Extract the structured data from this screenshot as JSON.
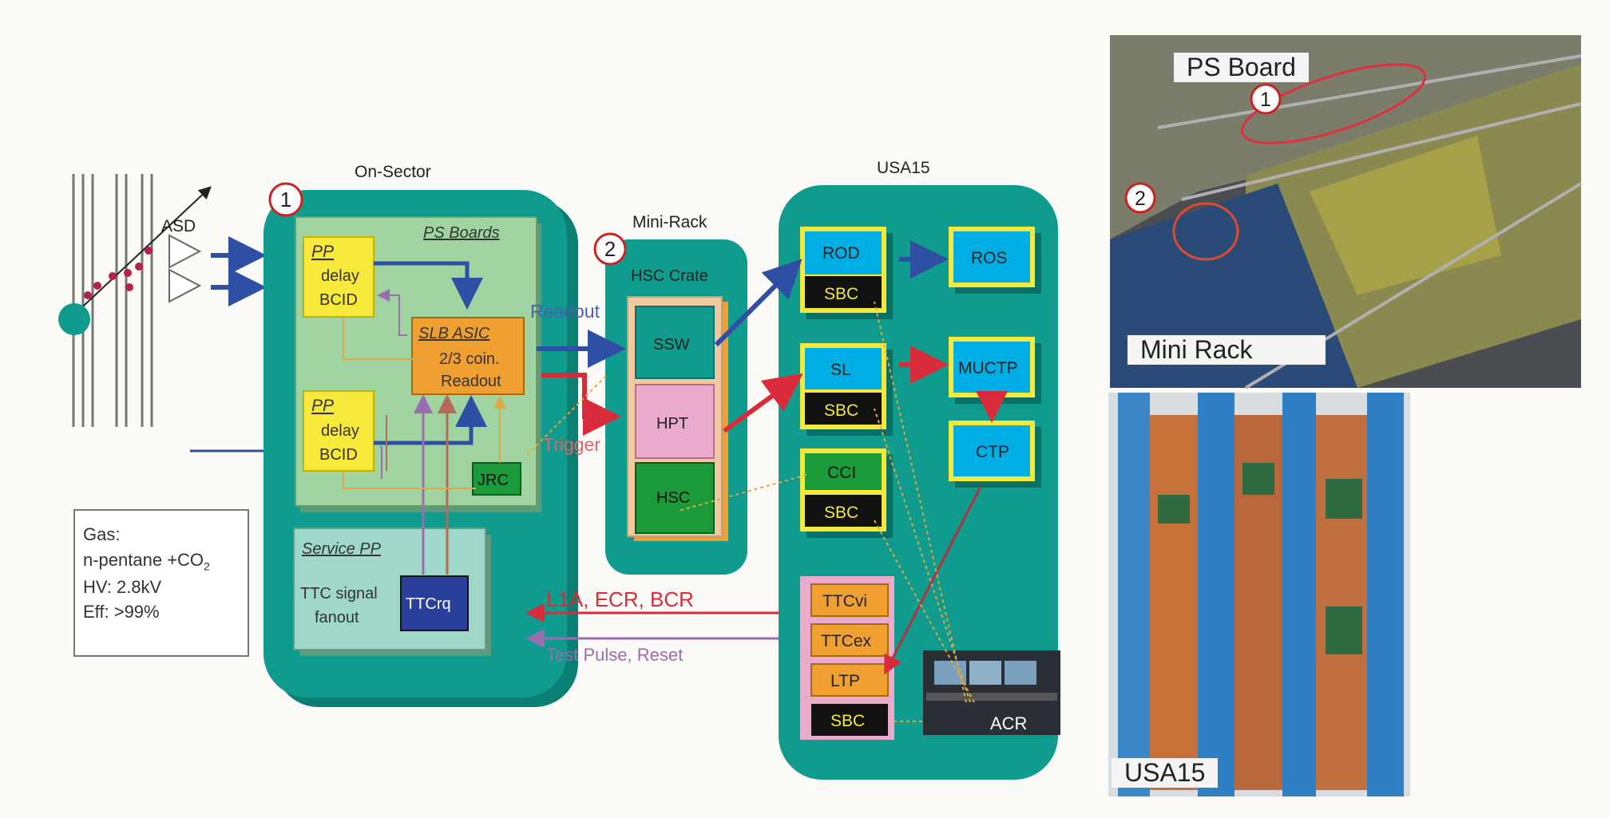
{
  "groups": {
    "on_sector": "On-Sector",
    "mini_rack": "Mini-Rack",
    "usa15": "USA15"
  },
  "markers": {
    "one": "1",
    "two": "2"
  },
  "asd_label": "ASD",
  "on_sector": {
    "ps_boards": "PS Boards",
    "pp_top": {
      "title": "PP",
      "line1": "delay",
      "line2": "BCID"
    },
    "pp_bottom": {
      "title": "PP",
      "line1": "delay",
      "line2": "BCID"
    },
    "slb": {
      "title": "SLB ASIC",
      "line1": "2/3 coin.",
      "line2": "Readout"
    },
    "jrc": "JRC",
    "service_pp": "Service PP",
    "ttc_signal_line1": "TTC signal",
    "ttc_signal_line2": "fanout",
    "ttcrq": "TTCrq"
  },
  "mini_rack": {
    "crate": "HSC Crate",
    "ssw": "SSW",
    "hpt": "HPT",
    "hsc": "HSC"
  },
  "usa15": {
    "rod": "ROD",
    "sbc": "SBC",
    "ros": "ROS",
    "sl": "SL",
    "muctp": "MUCTP",
    "ctp": "CTP",
    "cci": "CCI",
    "ttcvi": "TTCvi",
    "ttcex": "TTCex",
    "ltp": "LTP",
    "acr": "ACR"
  },
  "signals": {
    "readout": "Readout",
    "trigger": "Trigger",
    "l1a": "L1A,  ECR,  BCR",
    "test_pulse": "Test  Pulse,  Reset"
  },
  "info": {
    "gas": "Gas:",
    "mixture": "n-pentane +CO",
    "mixture_sub": "2",
    "hv": "HV: 2.8kV",
    "eff": "Eff:   >99%"
  },
  "photos": {
    "ps_board": "PS Board",
    "mini_rack": "Mini Rack",
    "usa15": "USA15"
  },
  "colors": {
    "teal": "#0f9b8e",
    "yellow": "#f7e93a",
    "orange": "#f0a030",
    "cyan": "#00aee6",
    "green": "#1b9a3a",
    "pink": "#e9aacb",
    "blue_arrow": "#2e4fa3",
    "red_arrow": "#d92b3a"
  }
}
